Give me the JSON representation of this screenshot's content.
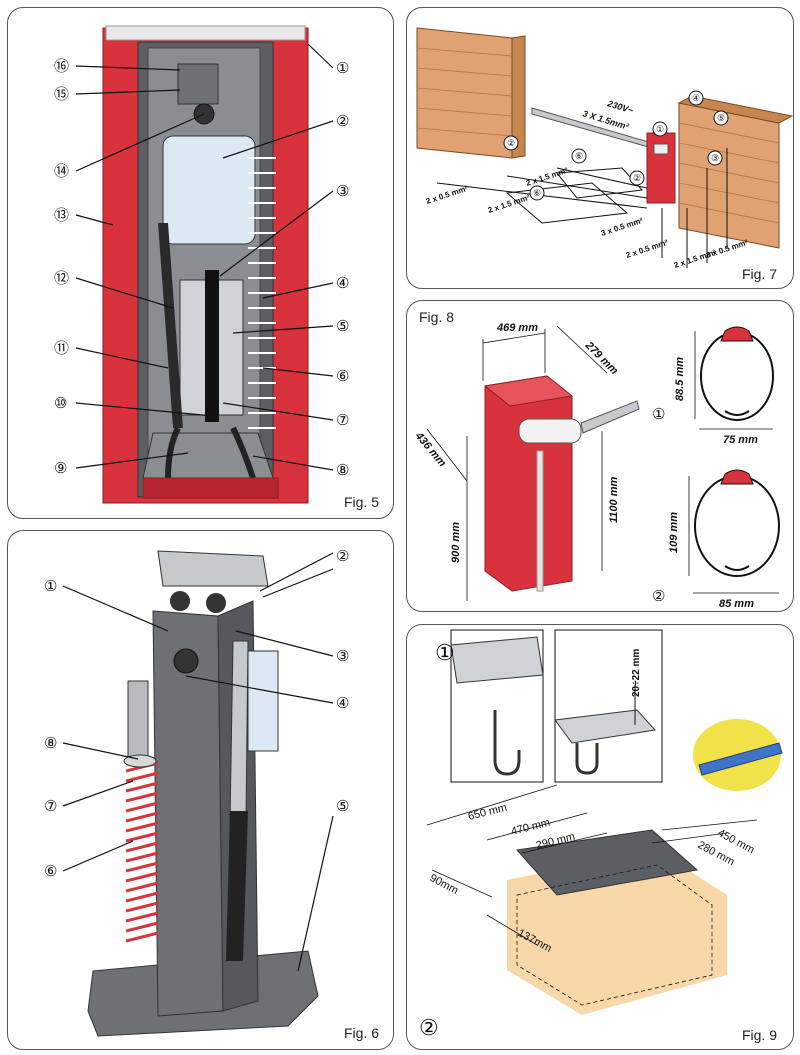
{
  "figures": {
    "fig5": {
      "label": "Fig. 5",
      "callouts_left": [
        "⑯",
        "⑮",
        "⑭",
        "⑬",
        "⑫",
        "⑪",
        "⑩",
        "⑨"
      ],
      "callouts_right": [
        "①",
        "②",
        "③",
        "④",
        "⑤",
        "⑥",
        "⑦",
        "⑧"
      ]
    },
    "fig6": {
      "label": "Fig. 6",
      "callouts_left": [
        "①",
        "⑧",
        "⑦",
        "⑥"
      ],
      "callouts_right": [
        "②",
        "③",
        "④",
        "⑤"
      ]
    },
    "fig7": {
      "label": "Fig. 7",
      "power_label": "230V~",
      "power_cable": "3 X 1.5mm²",
      "cables": [
        "2 x 0.5 mm²",
        "2 x 1.5 mm²",
        "2 x 1.5 mm²",
        "3 x 0.5 mm²",
        "2 x 0.5 mm²",
        "2 x 1.5 mm²",
        "3 x 0.5 mm²"
      ],
      "markers": [
        "①",
        "②",
        "②",
        "③",
        "④",
        "⑤",
        "⑥",
        "⑥"
      ]
    },
    "fig8": {
      "label": "Fig. 8",
      "dim_width": "469 mm",
      "dim_depth": "279 mm",
      "dim_left": "436 mm",
      "dim_height_total": "1100 mm",
      "dim_height_low": "900 mm",
      "profile1": {
        "marker": "①",
        "height": "88.5 mm",
        "width": "75 mm"
      },
      "profile2": {
        "marker": "②",
        "height": "109 mm",
        "width": "85 mm"
      }
    },
    "fig9": {
      "label": "Fig. 9",
      "step1": "①",
      "step2": "②",
      "anchor_depth": "20÷22 mm",
      "dims": [
        "650 mm",
        "470 mm",
        "290 mm",
        "450 mm",
        "280 mm",
        "90mm",
        "137mm"
      ]
    }
  },
  "colors": {
    "housing_red": "#d8323c",
    "metal_grey": "#7d8185",
    "sand": "#f8d7a8",
    "brick": "#e0a272"
  }
}
